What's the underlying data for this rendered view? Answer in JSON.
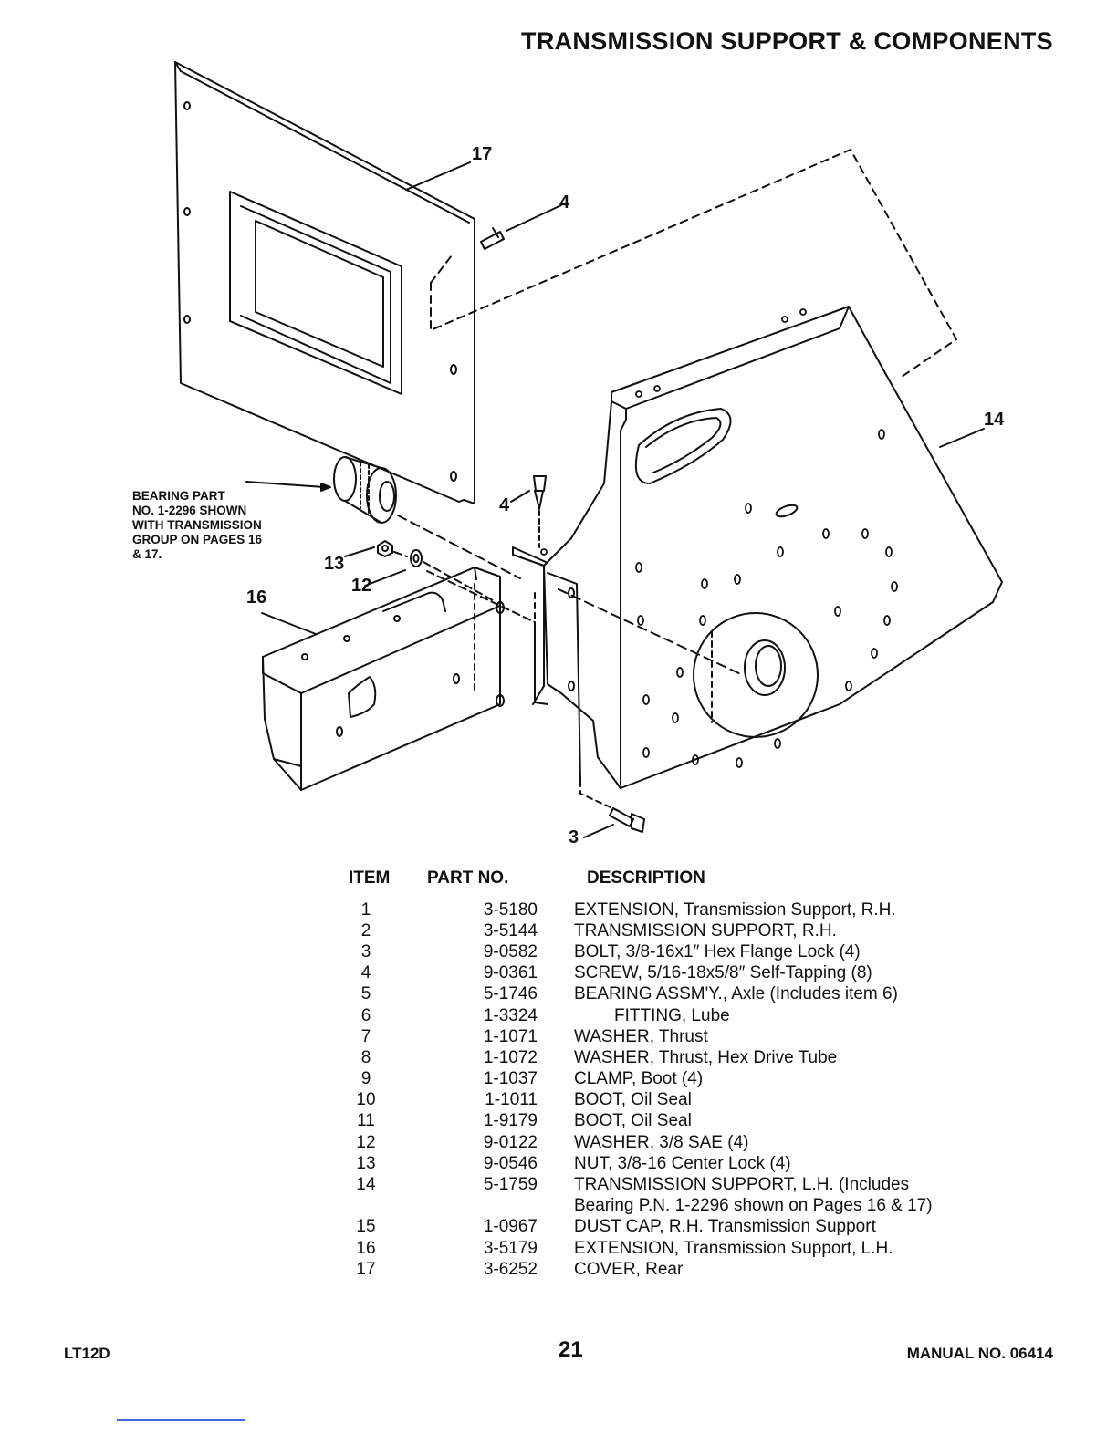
{
  "page": {
    "title": "TRANSMISSION SUPPORT & COMPONENTS",
    "model": "LT12D",
    "page_number": "21",
    "manual": "MANUAL NO. 06414"
  },
  "diagram": {
    "callouts": [
      "17",
      "4",
      "14",
      "4",
      "13",
      "12",
      "16",
      "3"
    ],
    "note_lines": [
      "BEARING PART",
      "NO. 1-2296 SHOWN",
      "WITH TRANSMISSION",
      "GROUP ON PAGES 16",
      "& 17."
    ]
  },
  "table": {
    "headers": {
      "item": "ITEM",
      "part": "PART NO.",
      "desc": "DESCRIPTION"
    },
    "rows": [
      {
        "item": "1",
        "part": "3-5180",
        "desc": "EXTENSION, Transmission Support, R.H."
      },
      {
        "item": "2",
        "part": "3-5144",
        "desc": "TRANSMISSION SUPPORT, R.H."
      },
      {
        "item": "3",
        "part": "9-0582",
        "desc": "BOLT, 3/8-16x1″ Hex Flange Lock (4)"
      },
      {
        "item": "4",
        "part": "9-0361",
        "desc": "SCREW, 5/16-18x5/8″ Self-Tapping (8)"
      },
      {
        "item": "5",
        "part": "5-1746",
        "desc": "BEARING ASSM'Y., Axle (Includes item 6)"
      },
      {
        "item": "6",
        "part": "1-3324",
        "desc": "FITTING, Lube"
      },
      {
        "item": "7",
        "part": "1-1071",
        "desc": "WASHER, Thrust"
      },
      {
        "item": "8",
        "part": "1-1072",
        "desc": "WASHER, Thrust, Hex Drive Tube"
      },
      {
        "item": "9",
        "part": "1-1037",
        "desc": "CLAMP, Boot (4)"
      },
      {
        "item": "10",
        "part": "1-1011",
        "desc": "BOOT, Oil Seal"
      },
      {
        "item": "11",
        "part": "1-9179",
        "desc": "BOOT, Oil Seal"
      },
      {
        "item": "12",
        "part": "9-0122",
        "desc": "WASHER, 3/8 SAE (4)"
      },
      {
        "item": "13",
        "part": "9-0546",
        "desc": "NUT, 3/8-16 Center Lock (4)"
      },
      {
        "item": "14",
        "part": "5-1759",
        "desc": "TRANSMISSION SUPPORT, L.H. (Includes"
      },
      {
        "item": "",
        "part": "",
        "desc": "Bearing P.N. 1-2296 shown on Pages 16 & 17)"
      },
      {
        "item": "15",
        "part": "1-0967",
        "desc": "DUST CAP, R.H. Transmission Support"
      },
      {
        "item": "16",
        "part": "3-5179",
        "desc": "EXTENSION, Transmission Support, L.H."
      },
      {
        "item": "17",
        "part": "3-6252",
        "desc": "COVER, Rear"
      }
    ]
  }
}
